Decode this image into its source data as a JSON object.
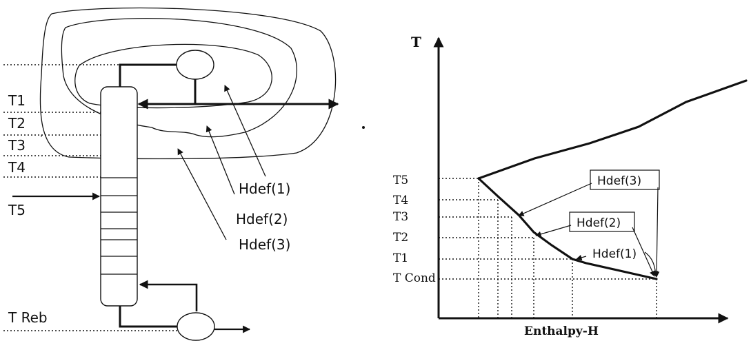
{
  "left": {
    "temps": [
      "T1",
      "T2",
      "T3",
      "T4",
      "T5",
      "T Reb"
    ],
    "hdef": [
      "Hdef(1)",
      "Hdef(2)",
      "Hdef(3)"
    ]
  },
  "right": {
    "y_axis": "T",
    "x_axis": "Enthalpy-H",
    "ticks": [
      "T5",
      "T4",
      "T3",
      "T2",
      "T1",
      "T Cond"
    ],
    "callouts": [
      "Hdef(3)",
      "Hdef(2)",
      "Hdef(1)"
    ]
  },
  "stray_mark": "’"
}
